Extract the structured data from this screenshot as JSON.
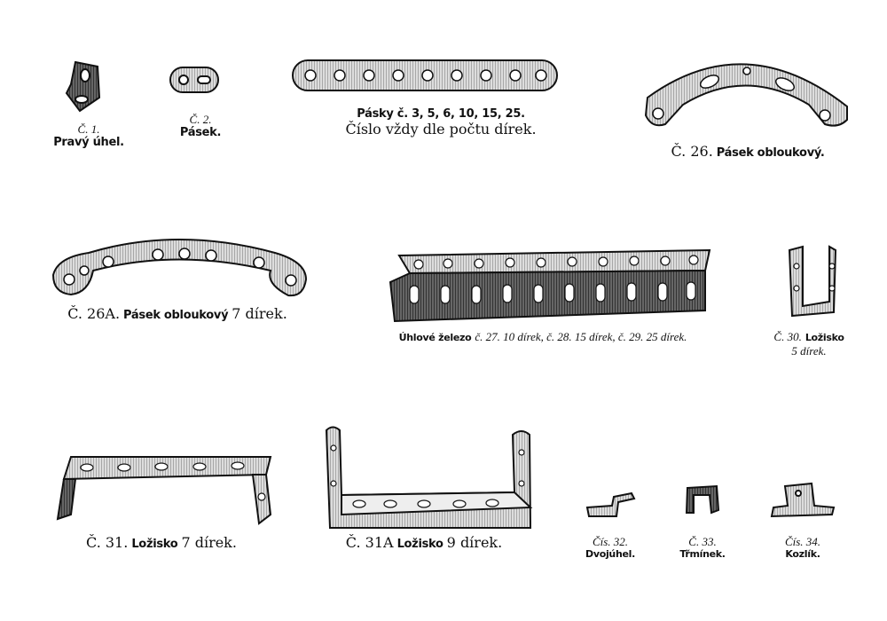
{
  "parts": {
    "p1": {
      "number": "Č. 1.",
      "name": "Pravý úhel."
    },
    "p2": {
      "number": "Č. 2.",
      "name": "Pásek."
    },
    "p3": {
      "name": "Pásky č. 3, 5, 6, 10, 15, 25.",
      "note": "Číslo vždy dle počtu dírek."
    },
    "p26": {
      "number": "Č. 26.",
      "name": "Pásek obloukový."
    },
    "p26a": {
      "number": "Č. 26A.",
      "name": "Pásek obloukový",
      "suffix": "7 dírek."
    },
    "p27": {
      "name": "Úhlové železo",
      "detail": "č. 27. 10 dírek, č. 28. 15 dírek, č. 29. 25 dírek."
    },
    "p30": {
      "number": "Č. 30.",
      "name": "Ložisko",
      "detail": "5 dírek."
    },
    "p31": {
      "number": "Č. 31.",
      "name": "Ložisko",
      "suffix": "7 dírek."
    },
    "p31a": {
      "number": "Č. 31A",
      "name": "Ložisko",
      "suffix": "9 dírek."
    },
    "p32": {
      "number": "Čís. 32.",
      "name": "Dvojúhel."
    },
    "p33": {
      "number": "Č. 33.",
      "name": "Třmínek."
    },
    "p34": {
      "number": "Čís. 34.",
      "name": "Kozlík."
    }
  }
}
